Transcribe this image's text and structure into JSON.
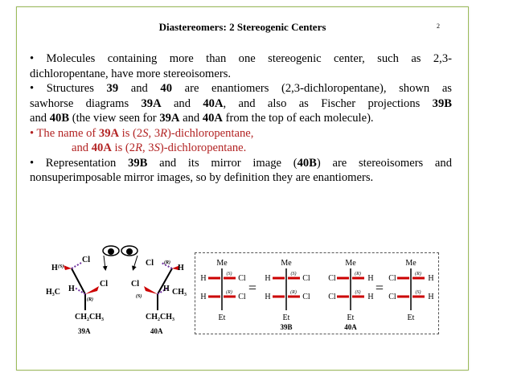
{
  "slide": {
    "title": "Diastereomers: 2 Stereogenic Centers",
    "page_number": "2"
  },
  "bullets": {
    "b1_line1": "• Molecules containing more than one stereogenic center, such as 2,3-",
    "b1_line2": "dichloropentane, have more stereoisomers.",
    "b2_line1_a": "• Structures ",
    "b2_39": "39",
    "b2_line1_b": " and ",
    "b2_40": "40",
    "b2_line1_c": " are enantiomers (2,3-dichloropentane), shown as",
    "b2_line2_a": "sawhorse diagrams ",
    "b2_39A": "39A",
    "b2_line2_b": " and ",
    "b2_40A": "40A",
    "b2_line2_c": ", and also as Fischer projections ",
    "b2_39B": "39B",
    "b2_line3_a": "and ",
    "b2_40B": "40B",
    "b2_line3_b": " (the view seen for ",
    "b2_39A_2": "39A",
    "b2_line3_c": " and ",
    "b2_40A_2": "40A",
    "b2_line3_d": " from the top of each molecule).",
    "b3_line1_a": "• The name of ",
    "b3_39A": "39A",
    "b3_line1_b": " is (2",
    "b3_S1": "S",
    "b3_line1_c": ", 3",
    "b3_R1": "R",
    "b3_line1_d": ")-dichloropentane,",
    "b3_line2_a": "and ",
    "b3_40A": "40A",
    "b3_line2_b": " is (2",
    "b3_R2": "R",
    "b3_line2_c": ", 3",
    "b3_S2": "S",
    "b3_line2_d": ")-dichloropentane.",
    "b4_line1_a": "•  Representation ",
    "b4_39B": "39B",
    "b4_line1_b": " and its mirror image (",
    "b4_40B": "40B",
    "b4_line1_c": ") are stereoisomers and",
    "b4_line2": "nonsuperimposable mirror images, so by definition they are enantiomers."
  },
  "diagram": {
    "sawhorse": {
      "labels_39A": {
        "h": "H",
        "s": "(S)",
        "cl": "Cl",
        "h3c": "H₃C",
        "h2": "H",
        "cl2": "Cl",
        "r": "(R)",
        "chain": "CH₂CH₃",
        "name": "39A"
      },
      "labels_40A": {
        "cl": "Cl",
        "r": "(R)",
        "h": "H",
        "s": "(S)",
        "h2": "H",
        "ch3": "CH₃",
        "cl2": "Cl",
        "chain": "CH₂CH₃",
        "name": "40A"
      }
    },
    "fischer": [
      {
        "top": "Me",
        "left1": "H",
        "right1": "Cl",
        "tag1": "(S)",
        "left2": "H",
        "right2": "Cl",
        "tag2": "(R)",
        "bottom": "Et",
        "name": ""
      },
      {
        "top": "Me",
        "left1": "H",
        "right1": "Cl",
        "tag1": "(S)",
        "left2": "H",
        "right2": "Cl",
        "tag2": "(R)",
        "bottom": "Et",
        "name": "39B"
      },
      {
        "top": "Me",
        "left1": "Cl",
        "right1": "H",
        "tag1": "(R)",
        "left2": "Cl",
        "right2": "H",
        "tag2": "(S)",
        "bottom": "Et",
        "name": "40A"
      },
      {
        "top": "Me",
        "left1": "Cl",
        "right1": "H",
        "tag1": "(R)",
        "left2": "Cl",
        "right2": "H",
        "tag2": "(S)",
        "bottom": "Et",
        "name": ""
      }
    ],
    "equals": "="
  },
  "colors": {
    "border": "#9bbb59",
    "red_text": "#b22222",
    "wedge_red": "#cc0000",
    "dash_purple": "#7030a0"
  }
}
